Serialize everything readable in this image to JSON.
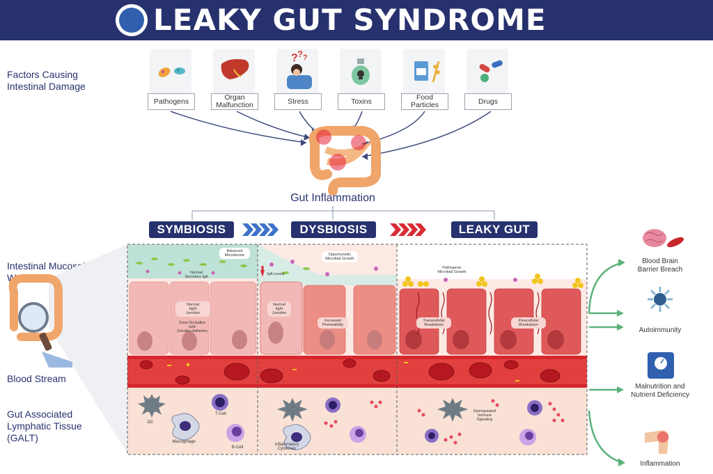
{
  "header": {
    "title": "LEAKY GUT SYNDROME"
  },
  "left_labels": {
    "factors": "Factors Causing\nIntestinal Damage",
    "mucosal": "Intestinal Mucosal\nWall",
    "blood": "Blood Stream",
    "galt": "Gut Associated\nLymphatic Tissue\n(GALT)"
  },
  "factors": [
    {
      "label": "Pathogens",
      "icon": "pathogens-icon"
    },
    {
      "label": "Organ\nMalfunction",
      "icon": "liver-icon"
    },
    {
      "label": "Stress",
      "icon": "stressed-person-icon"
    },
    {
      "label": "Toxins",
      "icon": "toxin-flask-icon"
    },
    {
      "label": "Food\nParticles",
      "icon": "food-icon"
    },
    {
      "label": "Drugs",
      "icon": "pills-icon"
    }
  ],
  "center": {
    "inflammation": "Gut Inflammation"
  },
  "stages": [
    "SYMBIOSIS",
    "DYSBIOSIS",
    "LEAKY GUT"
  ],
  "tissue_labels": {
    "balanced": "Balanced\nMicrobiome",
    "secretory": "Normal\nSecretory IgA",
    "normal_tight_1": "Normal\ntight\nJunction",
    "zona": "Zona Occludins\nand\nZonulins Adherins",
    "opportunistic": "Opportunistic\nMicrobial Growth",
    "iga_levels": "IgA Levels",
    "normal_tight_2": "Normal\ntight\nJunction",
    "permeability": "Increased\nPermeability",
    "pathogenic": "Pathogenic\nMicrobial Growth",
    "transcellular": "Transcellular\nBreakdown",
    "paracellular": "Paracellular\nBreakdown",
    "dc": "DC",
    "tcell": "T-Cell",
    "macrophage": "Macrophage",
    "bcell": "B-Cell",
    "cytokines": "Inflammatory\nCytokines",
    "dysregulated": "Dysregulated\nImmune\nSignaling"
  },
  "outcomes": [
    {
      "label": "Blood Brain\nBarrier Breach",
      "icon": "brain-icon"
    },
    {
      "label": "Autoimmunity",
      "icon": "virus-icon"
    },
    {
      "label": "Malnutrition and\nNutrient Deficiency",
      "icon": "scale-icon"
    },
    {
      "label": "Inflammation",
      "icon": "inflamed-knee-icon"
    }
  ],
  "colors": {
    "navy": "#27316e",
    "cell_pink": "#f2b8b5",
    "cell_salmon": "#ec8e84",
    "cell_red": "#e0595a",
    "blood": "#d7262e",
    "galt_bg": "#f9e1d6",
    "mucus": "#bfe2d8",
    "arrow_blue": "#3d73c9",
    "arrow_red": "#d92b34",
    "out_green": "#5ab27a"
  }
}
